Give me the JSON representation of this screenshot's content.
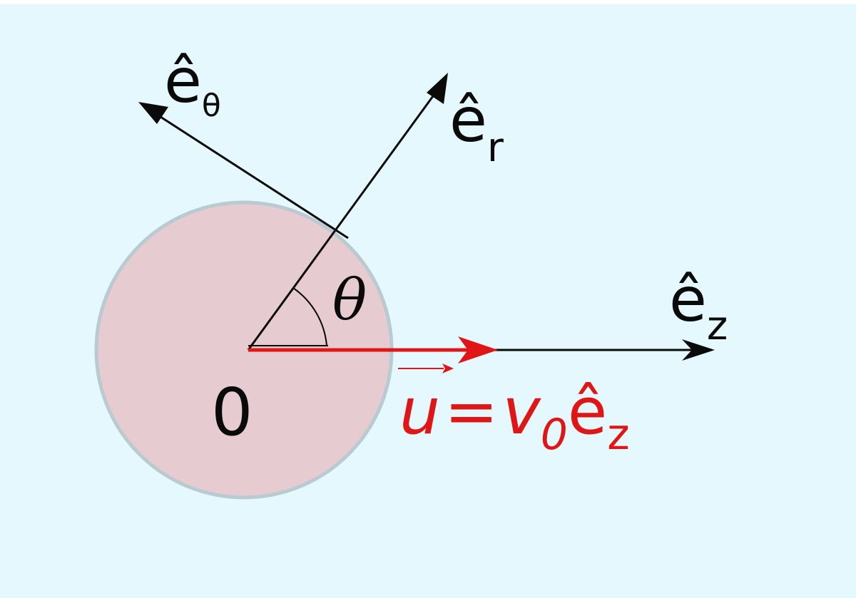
{
  "labels": {
    "e_theta": {
      "base": "ê",
      "sub": "θ"
    },
    "e_r": {
      "base": "ê",
      "sub": "r"
    },
    "e_z": {
      "base": "ê",
      "sub": "z"
    },
    "theta": "θ",
    "origin": "0",
    "velocity": {
      "vec": "u",
      "eq": "=",
      "v": "v",
      "v_sub": "0",
      "e": "ê",
      "e_sub": "z"
    }
  },
  "colors": {
    "background": "#e4f8fe",
    "sphere_fill": "#e6cbd0",
    "sphere_stroke": "#b9cbd1",
    "axis": "#0a0a0a",
    "velocity": "#e01616"
  }
}
